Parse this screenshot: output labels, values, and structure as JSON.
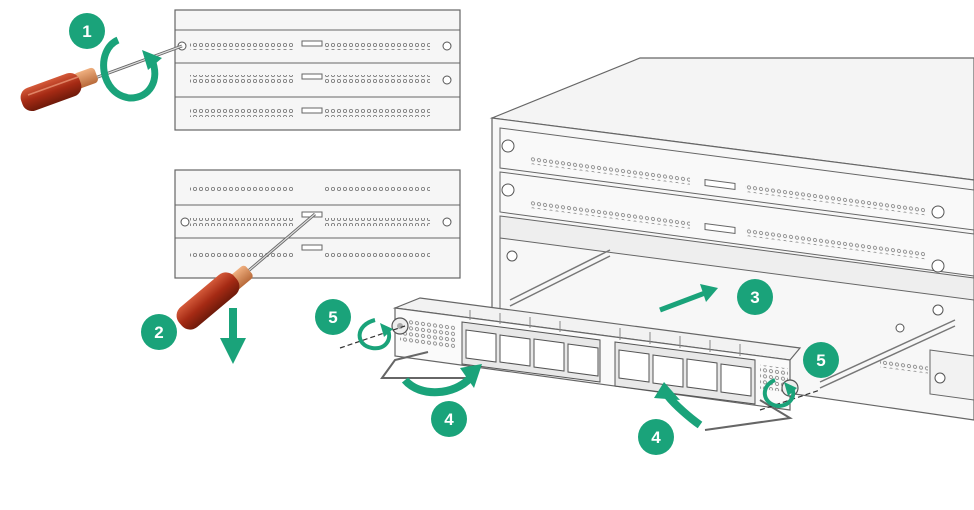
{
  "colors": {
    "badge": "#1aa37a",
    "arrow": "#1aa37a",
    "line": "#555555",
    "panel": "#f4f4f4",
    "screwdriver_handle": "#b23a1e",
    "screwdriver_grip": "#d98b55"
  },
  "steps": [
    {
      "id": "step-1",
      "label": "1"
    },
    {
      "id": "step-2",
      "label": "2"
    },
    {
      "id": "step-3",
      "label": "3"
    },
    {
      "id": "step-4a",
      "label": "4"
    },
    {
      "id": "step-4b",
      "label": "4"
    },
    {
      "id": "step-5a",
      "label": "5"
    },
    {
      "id": "step-5b",
      "label": "5"
    }
  ]
}
